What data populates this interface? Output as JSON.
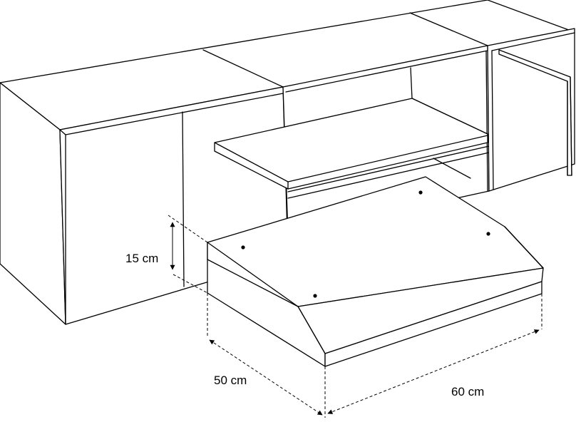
{
  "figure": {
    "dimensions": {
      "height": "15 cm",
      "depth": "50 cm",
      "width": "60 cm"
    }
  }
}
